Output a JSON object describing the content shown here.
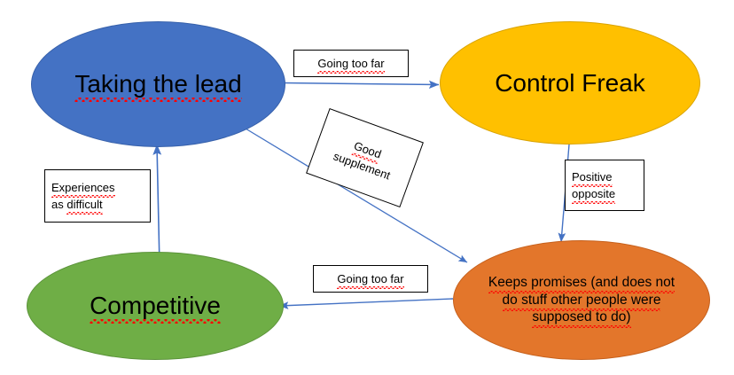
{
  "diagram": {
    "title": "Taking the lead / Control Freak / Competitive behaviour map",
    "background": "#ffffff",
    "arrow_color": "#4472C4"
  },
  "nodes": [
    {
      "id": "taking-the-lead",
      "label": "Taking the lead",
      "fill": "#4472C4",
      "stroke": "#3761AB",
      "text_color": "#000000",
      "spellcheck_underline": true
    },
    {
      "id": "control-freak",
      "label": "Control Freak",
      "fill": "#FFC000",
      "stroke": "#D9A300",
      "text_color": "#000000",
      "spellcheck_underline": false
    },
    {
      "id": "competitive",
      "label": "Competitive",
      "fill": "#6FAE46",
      "stroke": "#5B933A",
      "text_color": "#000000",
      "spellcheck_underline": true
    },
    {
      "id": "keeps-promises",
      "label": "Keeps promises (and does not do stuff other people were supposed to do)",
      "lines": [
        "Keeps promises (and does not",
        "do stuff other people were",
        "supposed to do)"
      ],
      "fill": "#E3762B",
      "stroke": "#C6601C",
      "text_color": "#000000",
      "spellcheck_underline": true
    }
  ],
  "edge_labels": [
    {
      "id": "going-too-far-top",
      "lines": [
        "Going too far"
      ],
      "spellcheck_underline": true,
      "rotation": 0,
      "align": "center"
    },
    {
      "id": "good-supplement",
      "lines": [
        "Good",
        "supplement"
      ],
      "spellcheck_underline": true,
      "rotation": 20,
      "align": "center"
    },
    {
      "id": "experiences-as-difficult",
      "lines": [
        "Experiences",
        "as difficult"
      ],
      "spellcheck_underline": true,
      "rotation": 0,
      "align": "left"
    },
    {
      "id": "positive-opposite",
      "lines": [
        "Positive",
        "opposite"
      ],
      "spellcheck_underline": true,
      "rotation": 0,
      "align": "left"
    },
    {
      "id": "going-too-far-bottom",
      "lines": [
        "Going too far"
      ],
      "spellcheck_underline": true,
      "rotation": 0,
      "align": "center"
    }
  ],
  "edges": [
    {
      "id": "lead-to-control-freak",
      "from": "taking-the-lead",
      "to": "control-freak",
      "label": "Going too far",
      "direction": "right"
    },
    {
      "id": "lead-to-keeps-promises",
      "from": "taking-the-lead",
      "to": "keeps-promises",
      "label": "Good supplement",
      "direction": "down-right"
    },
    {
      "id": "control-freak-to-keeps-promises",
      "from": "control-freak",
      "to": "keeps-promises",
      "label": "Positive opposite",
      "direction": "down"
    },
    {
      "id": "keeps-promises-to-competitive",
      "from": "keeps-promises",
      "to": "competitive",
      "label": "Going too far",
      "direction": "left"
    },
    {
      "id": "competitive-to-lead",
      "from": "competitive",
      "to": "taking-the-lead",
      "label": "Experiences as difficult",
      "direction": "up"
    }
  ]
}
